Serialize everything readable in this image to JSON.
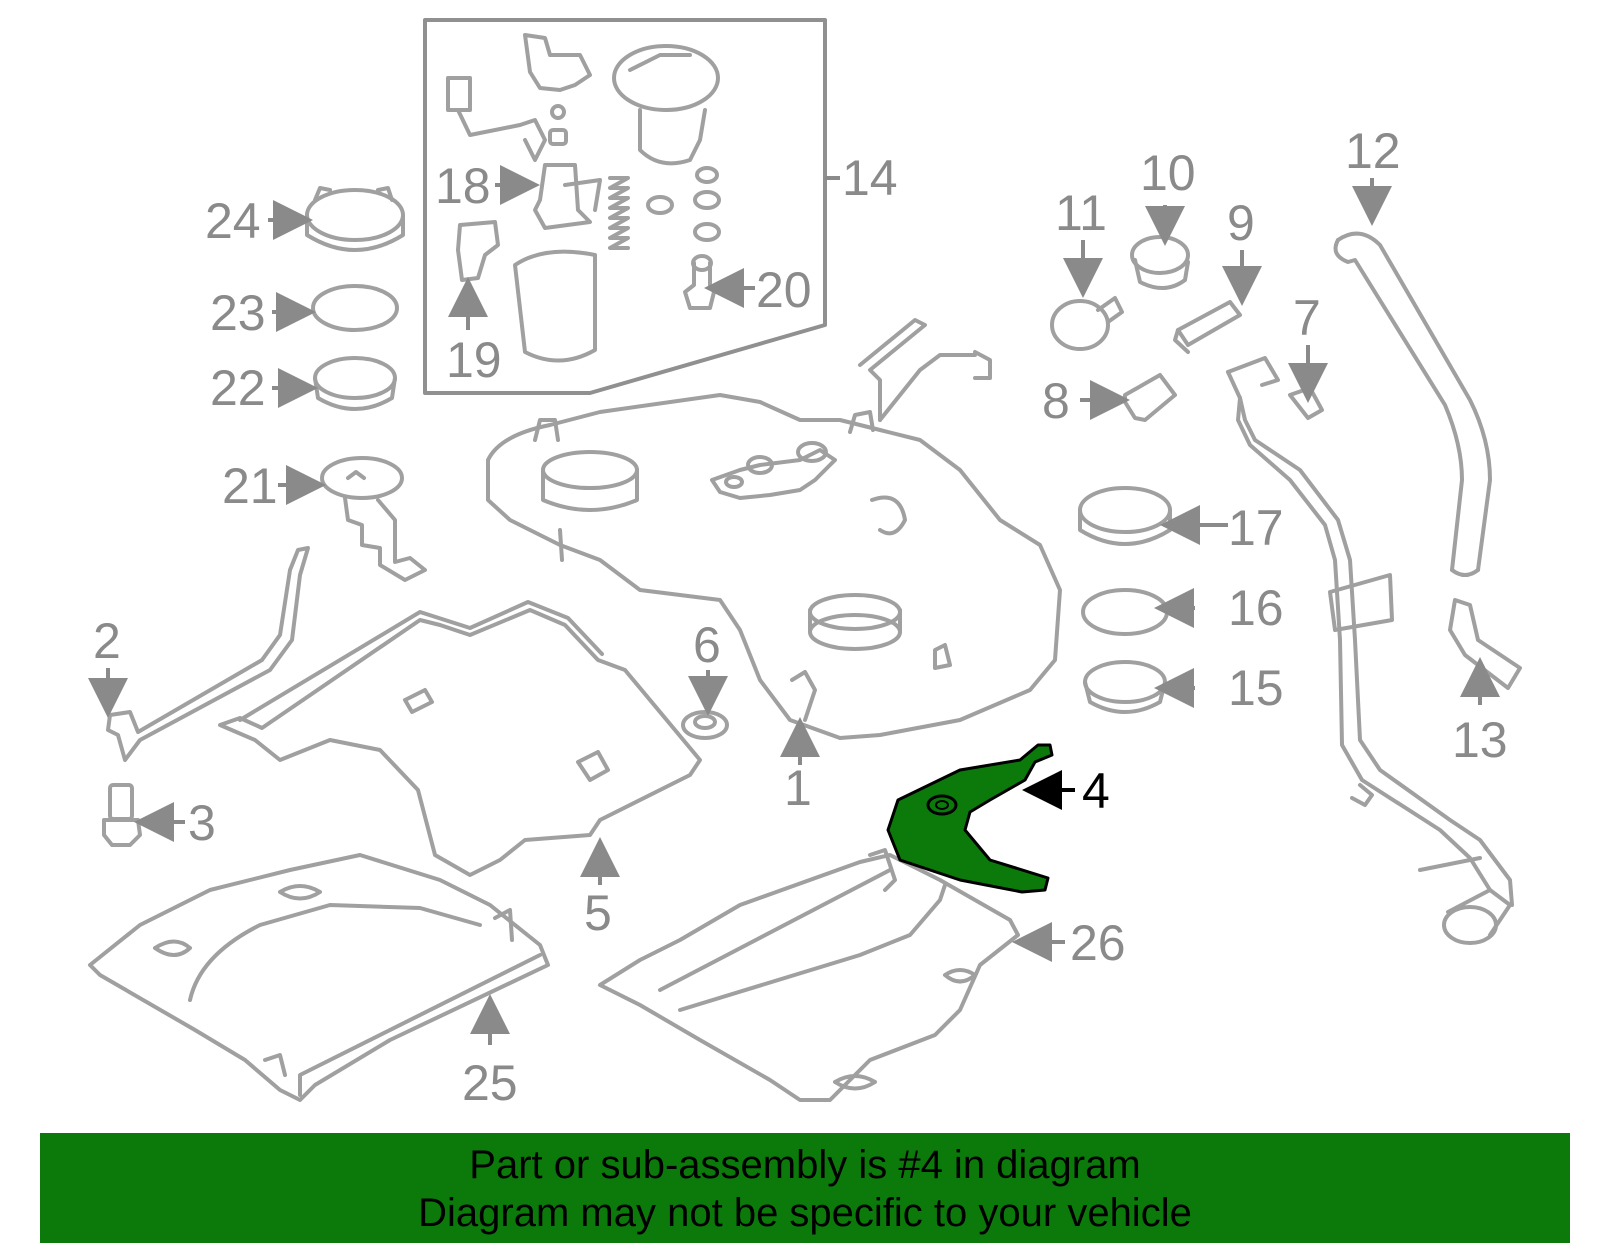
{
  "callouts": [
    "1",
    "2",
    "3",
    "4",
    "5",
    "6",
    "7",
    "8",
    "9",
    "10",
    "11",
    "12",
    "13",
    "14",
    "15",
    "16",
    "17",
    "18",
    "19",
    "20",
    "21",
    "22",
    "23",
    "24",
    "25",
    "26"
  ],
  "highlight": {
    "part": "4",
    "color": "#0b7a0b"
  },
  "banner": {
    "line1": "Part or sub-assembly is #4 in diagram",
    "line2": "Diagram may not be specific to your vehicle",
    "color": "#0b7a0b"
  }
}
